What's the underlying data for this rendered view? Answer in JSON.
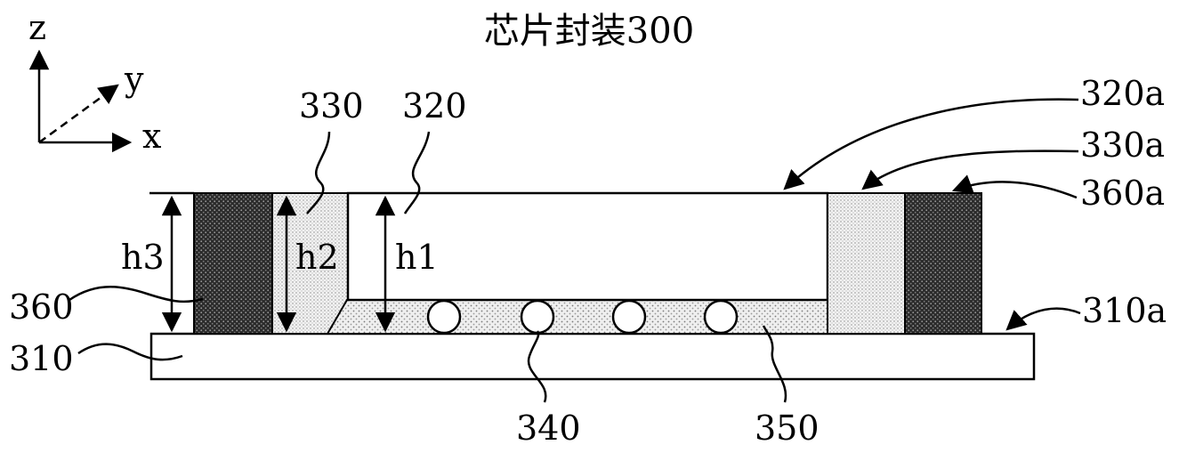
{
  "title": "芯片封装300",
  "axes": {
    "z": "z",
    "y": "y",
    "x": "x"
  },
  "labels": {
    "l330": "330",
    "l320": "320",
    "l320a": "320a",
    "l330a": "330a",
    "l360a": "360a",
    "h3": "h3",
    "h2": "h2",
    "h1": "h1",
    "l360": "360",
    "l310": "310",
    "l310a": "310a",
    "l340": "340",
    "l350": "350"
  },
  "colors": {
    "stroke": "#000000",
    "background": "#ffffff",
    "dark_fill": "#3a3a3a",
    "light_fill": "#e4e4e4",
    "underfill": "#d9d9d9"
  }
}
